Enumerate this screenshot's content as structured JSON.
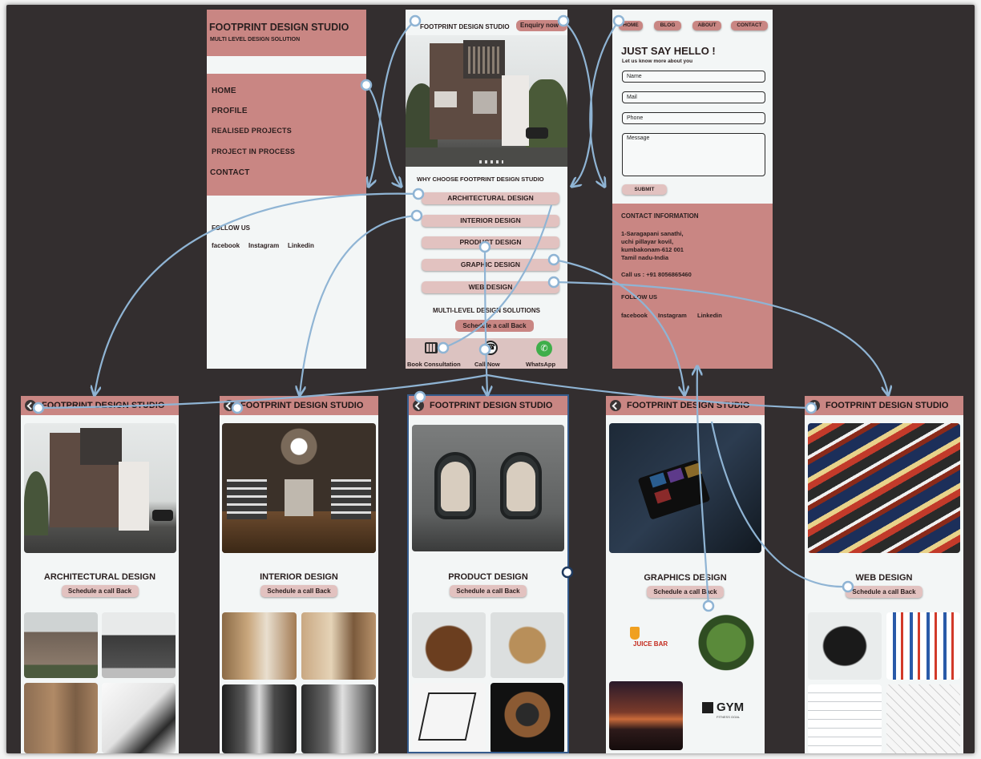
{
  "brand": {
    "name": "FOOTPRINT DESIGN STUDIO",
    "tagline": "MULTI LEVEL DESIGN SOLUTION",
    "accent": "#c98683",
    "pill": "#e2c2c0",
    "background": "#332e2f",
    "flow_line": "#8fb4d4"
  },
  "menu_screen": {
    "items": [
      "HOME",
      "PROFILE",
      "REALISED PROJECTS",
      "PROJECT IN PROCESS",
      "CONTACT"
    ],
    "follow_us": "FOLLOW US",
    "social": [
      "facebook",
      "Instagram",
      "Linkedin"
    ]
  },
  "home_screen": {
    "enquiry_button": "Enquiry now",
    "why_title": "WHY CHOOSE FOOTPRINT DESIGN STUDIO",
    "services": [
      "ARCHITECTURAL DESIGN",
      "INTERIOR DESIGN",
      "PRODUCT DESIGN",
      "GRAPHIC DESIGN",
      "WEB DESIGN"
    ],
    "multi_title": "MULTI-LEVEL DESIGN SOLUTIONS",
    "schedule_button": "Schedule a call Back",
    "bottom_bar": [
      {
        "label": "Book Consultation",
        "icon": "calendar-icon"
      },
      {
        "label": "Call Now",
        "icon": "phone-icon"
      },
      {
        "label": "WhatsApp",
        "icon": "whatsapp-icon"
      }
    ]
  },
  "contact_screen": {
    "nav": [
      "HOME",
      "BLOG",
      "ABOUT",
      "CONTACT"
    ],
    "title": "JUST SAY HELLO !",
    "subtitle": "Let us know more about you",
    "fields": {
      "name": "Name",
      "mail": "Mail",
      "phone": "Phone",
      "message": "Message"
    },
    "submit": "SUBMIT",
    "info_title": "CONTACT INFORMATION",
    "address": [
      "1-Saragapani sanathi,",
      "uchi pillayar kovil,",
      "kumbakonam-612 001",
      "Tamil nadu-India"
    ],
    "call": "Call us : +91 8056865460",
    "follow_us": "FOLLOW US",
    "social": [
      "facebook",
      "Instagram",
      "Linkedin"
    ]
  },
  "detail_screens": [
    {
      "heading": "ARCHITECTURAL DESIGN",
      "button": "Schedule a call Back"
    },
    {
      "heading": "INTERIOR DESIGN",
      "button": "Schedule a call Back"
    },
    {
      "heading": "PRODUCT DESIGN",
      "button": "Schedule a call Back"
    },
    {
      "heading": "GRAPHICS DESIGN",
      "button": "Schedule a call Back",
      "logos": [
        "JUICE BAR",
        "GYM",
        "FITNESS GOAL"
      ]
    },
    {
      "heading": "WEB DESIGN",
      "button": "Schedule a call Back"
    }
  ]
}
